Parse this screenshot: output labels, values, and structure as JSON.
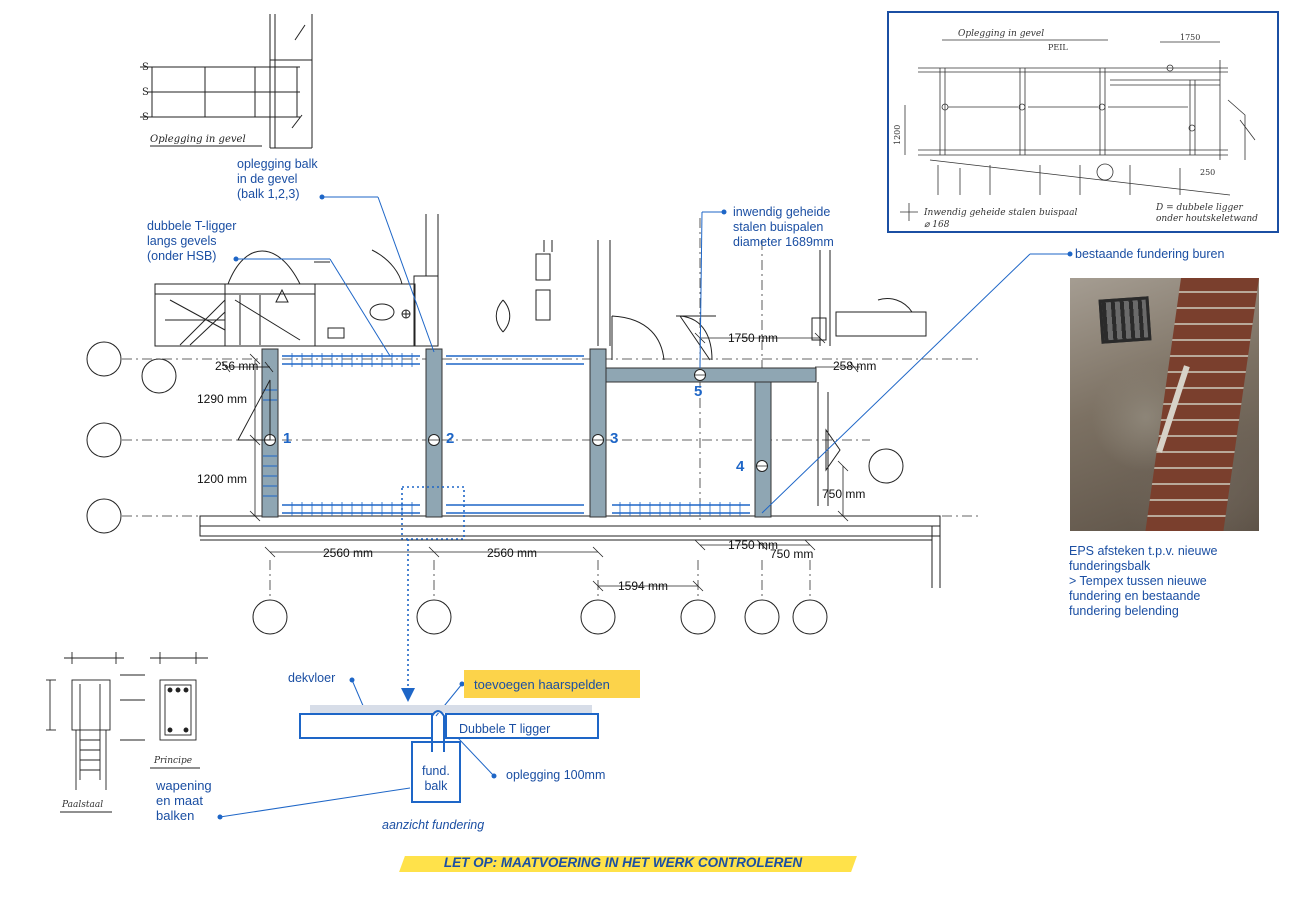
{
  "colors": {
    "annotation_blue": "#1b4fa3",
    "beam_fill": "#8fa6b3",
    "rebar_blue": "#1e66c7",
    "highlight_yellow": "#fcd34a",
    "line_black": "#222222"
  },
  "top_left_sketch": {
    "label": "Oplegging in gevel",
    "mark": "S"
  },
  "notes": {
    "oplegging_balk": "oplegging balk\nin de gevel\n(balk 1,2,3)",
    "dubbele_t_ligger": "dubbele T-ligger\nlangs gevels\n(onder HSB)",
    "buispalen": "inwendig geheide\nstalen buispalen\ndiameter 1689mm",
    "bestaande_fundering": "bestaande fundering buren",
    "eps": "EPS afsteken t.p.v. nieuwe\nfunderingsbalk\n> Tempex tussen nieuwe\nfundering en bestaande\nfundering belending"
  },
  "dimensions": {
    "d256": "256 mm",
    "d258": "258 mm",
    "d1290": "1290 mm",
    "d1200": "1200 mm",
    "d1750_top": "1750 mm",
    "d1750_bottom": "1750 mm",
    "d750_right": "750 mm",
    "d750_bottom": "750 mm",
    "d2560_a": "2560 mm",
    "d2560_b": "2560 mm",
    "d1594": "1594 mm"
  },
  "pile_numbers": [
    "1",
    "2",
    "3",
    "4",
    "5"
  ],
  "detail": {
    "dekvloer": "dekvloer",
    "haarspelden": "toevoegen haarspelden",
    "t_ligger": "Dubbele T ligger",
    "fund_balk": "fund.\nbalk",
    "oplegging": "oplegging 100mm",
    "aanzicht": "aanzicht fundering"
  },
  "wapening": {
    "label": "wapening\nen maat\nbalken",
    "principe": "Principe",
    "poeroeres": "Paalstaal"
  },
  "inset": {
    "title": "Oplegging in gevel",
    "peil": "PEIL",
    "legend_pile": "Inwendig geheide stalen buispaal",
    "legend_pile_dia": "⌀ 168",
    "legend_d": "D = dubbele ligger",
    "legend_d2": "onder houtskeletwand",
    "dim_a": "1750",
    "dim_b": "1200",
    "dim_c": "250"
  },
  "warning": "LET OP: MAATVOERING IN HET WERK CONTROLEREN"
}
